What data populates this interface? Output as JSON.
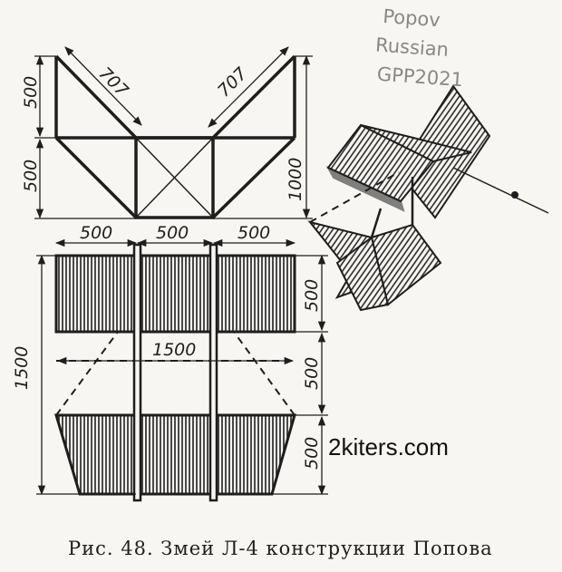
{
  "handwritten_note": {
    "line1": "Popov",
    "line2": "Russian",
    "line3": "GPP2021"
  },
  "watermark": "2kiters.com",
  "caption": "Рис. 48. Змей Л-4 конструкции Попова",
  "front_view": {
    "dim_left_upper": "500",
    "dim_left_lower": "500",
    "dim_diag_left": "707",
    "dim_diag_right": "707",
    "dim_right_total": "1000"
  },
  "plan_view": {
    "dim_top_left": "500",
    "dim_top_mid": "500",
    "dim_top_right": "500",
    "dim_inner_width": "1500",
    "dim_left_total": "1500",
    "dim_right_1": "500",
    "dim_right_2": "500",
    "dim_right_3": "500"
  },
  "colors": {
    "ink": "#1e1e1e",
    "paper": "#f7f6f2",
    "handwriting": "#888888"
  }
}
